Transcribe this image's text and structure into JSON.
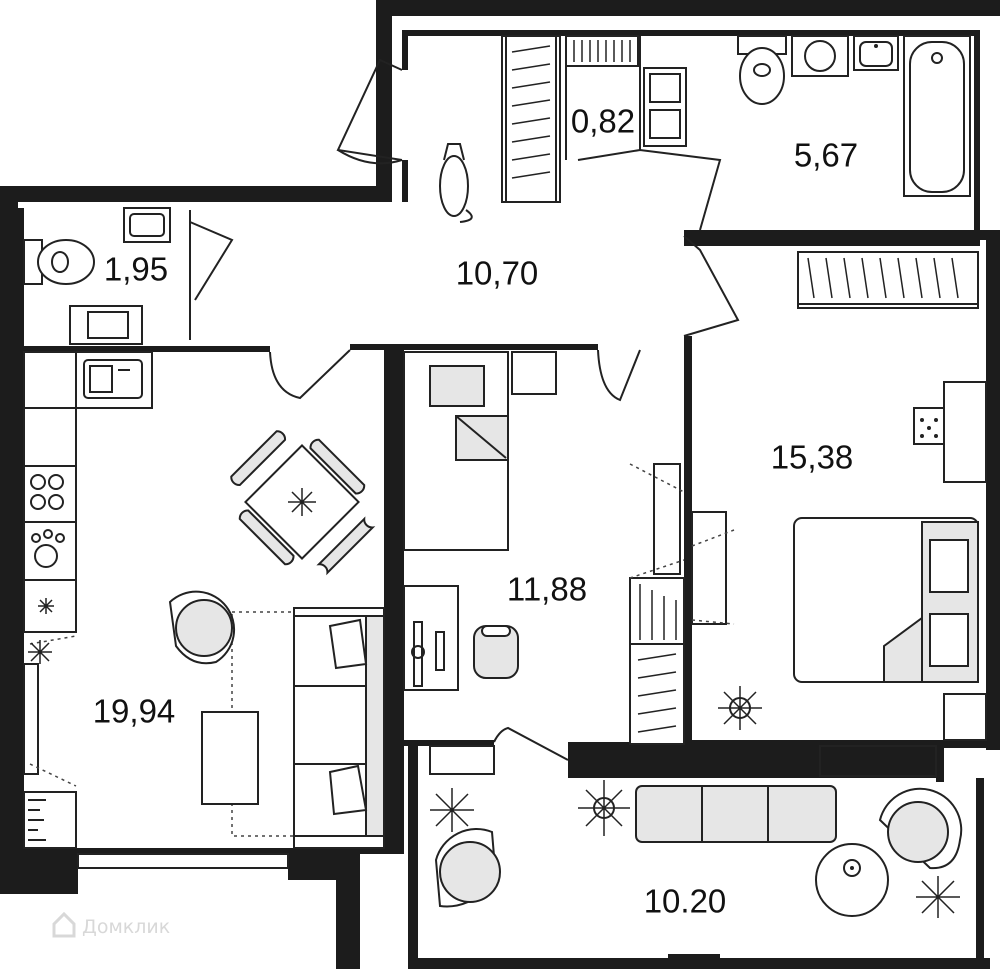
{
  "rooms": [
    {
      "id": "wardrobe",
      "area": "0,82"
    },
    {
      "id": "bathroom",
      "area": "5,67"
    },
    {
      "id": "wc",
      "area": "1,95"
    },
    {
      "id": "hall",
      "area": "10,70"
    },
    {
      "id": "bedroom",
      "area": "15,38"
    },
    {
      "id": "children",
      "area": "11,88"
    },
    {
      "id": "kitchen_living",
      "area": "19,94"
    },
    {
      "id": "balcony",
      "area": "10.20"
    }
  ],
  "watermark": {
    "text": "Домклик",
    "icon": "house-logo-icon"
  }
}
